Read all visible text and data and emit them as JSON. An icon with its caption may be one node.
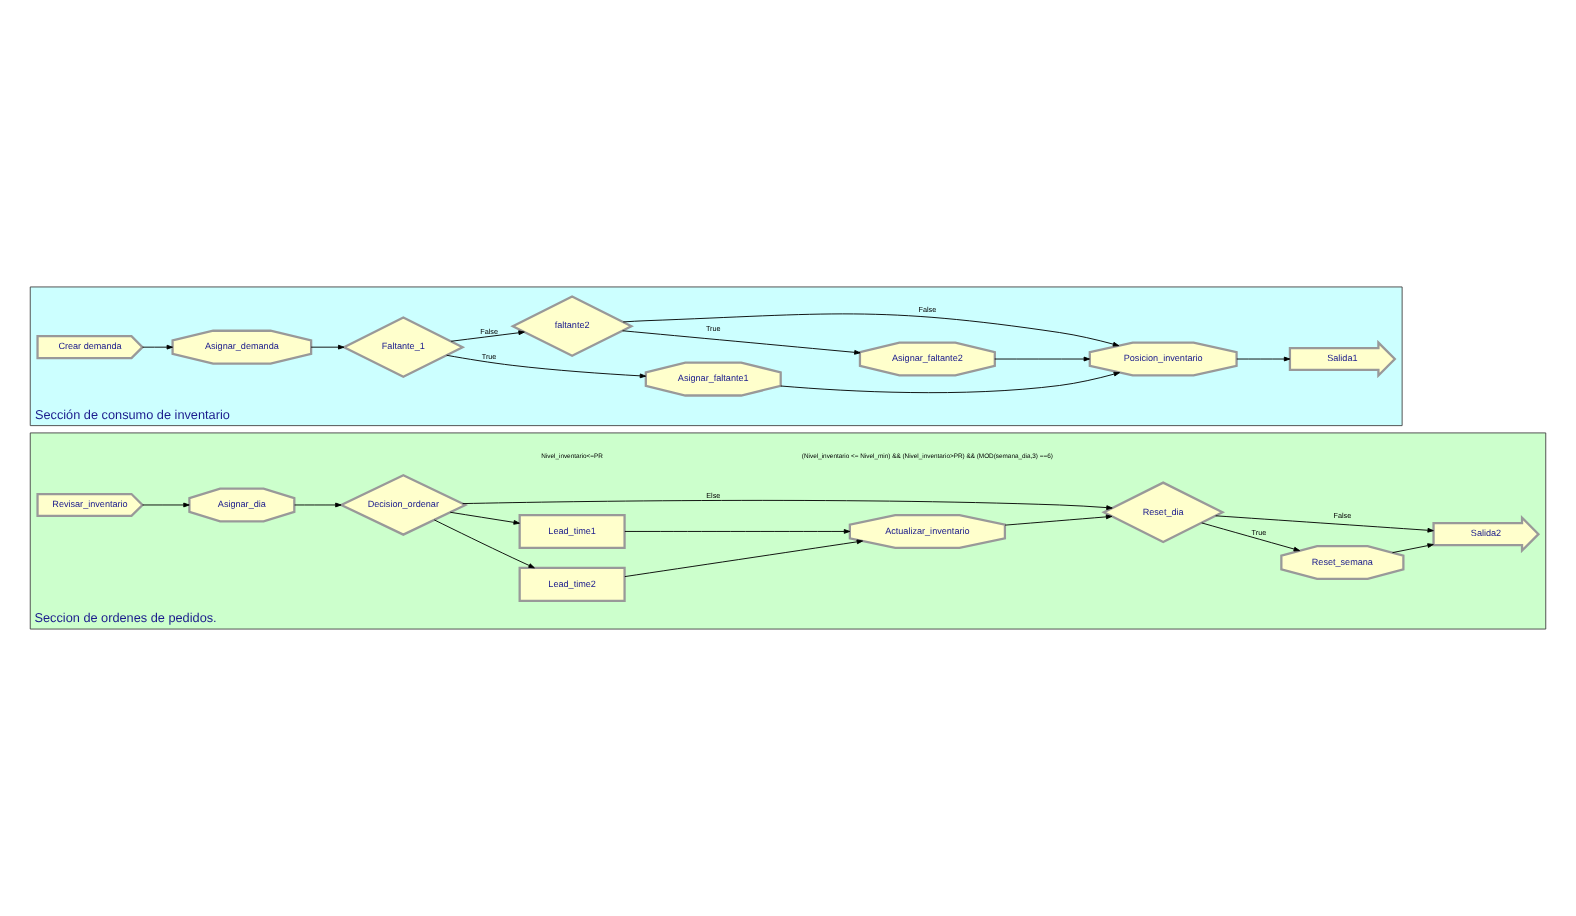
{
  "diagram": {
    "nodes": [
      {
        "text": [
          "Seccion de ordenes de pedidos."
        ]
      },
      {
        "text": [
          "Revisar_inventario"
        ],
        "in": 0
      },
      {
        "text": [
          "Asignar_dia"
        ],
        "in": 0
      },
      {
        "text": [
          "Decision_ordenar"
        ],
        "in": 0
      },
      {
        "text": [
          "Lead_time2"
        ],
        "in": 0
      },
      {
        "text": [
          "Lead_time1"
        ],
        "in": 0
      },
      {
        "text": [
          "Actualizar_inventario"
        ],
        "in": 0
      },
      {
        "text": [
          "Reset_dia"
        ],
        "in": 0
      },
      {
        "text": [
          "Reset_semana"
        ],
        "in": 0
      },
      {
        "text": [
          "Salida2"
        ],
        "in": 0
      },
      {
        "text": [
          "Sección de consumo de inventario"
        ]
      },
      {
        "text": [
          "Crear demanda"
        ],
        "in": 10
      },
      {
        "text": [
          "Asignar_demanda"
        ],
        "in": 10
      },
      {
        "text": [
          "Faltante_1"
        ],
        "in": 10
      },
      {
        "text": [
          "Asignar_faltante1"
        ],
        "in": 10
      },
      {
        "text": [
          "faltante2"
        ],
        "in": 10
      },
      {
        "text": [
          "Asignar_faltante2"
        ],
        "in": 10
      },
      {
        "text": [
          "Posicion_inventario"
        ],
        "in": 10
      },
      {
        "text": [
          "Salida1"
        ],
        "in": 10
      }
    ],
    "edges": [
      {
        "from": 1,
        "to": 2,
        "arrow": "to"
      },
      {
        "from": 2,
        "to": 3,
        "arrow": "to"
      },
      {
        "from": 3,
        "to": 4,
        "arrow": "to"
      },
      {
        "from": 3,
        "to": 5,
        "arrow": "to"
      },
      {
        "from": 3,
        "to": 7,
        "arrow": "to",
        "label": "Else"
      },
      {
        "from": 4,
        "to": 6,
        "arrow": "to"
      },
      {
        "from": 5,
        "to": 6,
        "arrow": "to"
      },
      {
        "from": 6,
        "to": 7,
        "arrow": "to"
      },
      {
        "from": 7,
        "to": 8,
        "arrow": "to",
        "label": "True"
      },
      {
        "from": 7,
        "to": 9,
        "arrow": "to",
        "label": "False"
      },
      {
        "from": 8,
        "to": 9,
        "arrow": "to"
      },
      {
        "from": 11,
        "to": 12,
        "arrow": "to"
      },
      {
        "from": 12,
        "to": 13,
        "arrow": "to"
      },
      {
        "from": 13,
        "to": 14,
        "arrow": "to",
        "label": "True"
      },
      {
        "from": 13,
        "to": 15,
        "arrow": "to",
        "label": "False"
      },
      {
        "from": 15,
        "to": 16,
        "arrow": "to",
        "label": "True"
      },
      {
        "from": 15,
        "to": 17,
        "arrow": "to",
        "label": "False"
      },
      {
        "from": 14,
        "to": 17,
        "arrow": "to"
      },
      {
        "from": 16,
        "to": 17,
        "arrow": "to"
      },
      {
        "from": 17,
        "to": 18,
        "arrow": "to"
      }
    ],
    "labels": [
      "Nivel_inventario<=PR",
      "(Nivel_inventario <= Nivel_min) && (Nivel_inventario>PR) && (MOD(semana_dia,3) ==6)"
    ]
  }
}
